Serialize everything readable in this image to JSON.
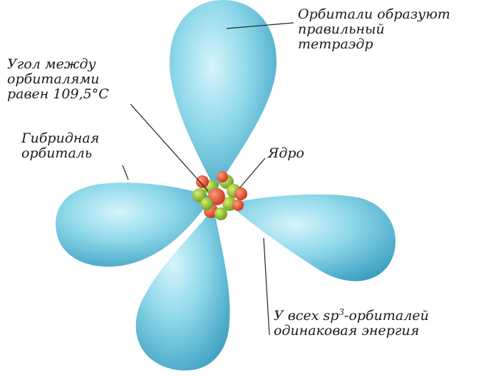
{
  "labels": {
    "tetrahedron": {
      "line1": "Орбитали образуют",
      "line2": "правильный",
      "line3": "тетраэдр"
    },
    "angle": {
      "line1": "Угол между",
      "line2": "орбиталями",
      "line3": "равен 109,5°С"
    },
    "hybrid": {
      "line1": "Гибридная",
      "line2": "орбиталь"
    },
    "nucleus": "Ядро",
    "energy": {
      "line1_pre": "У всех sp",
      "line1_sup": "3",
      "line1_post": "-орбиталей",
      "line2": "одинаковая энергия"
    }
  },
  "colors": {
    "orbital": "#7fd3e6",
    "orbital_light": "#c9f1fa",
    "orbital_dark": "#3ea4c4",
    "proton": "#e2532f",
    "neutron": "#8fbf2f"
  }
}
